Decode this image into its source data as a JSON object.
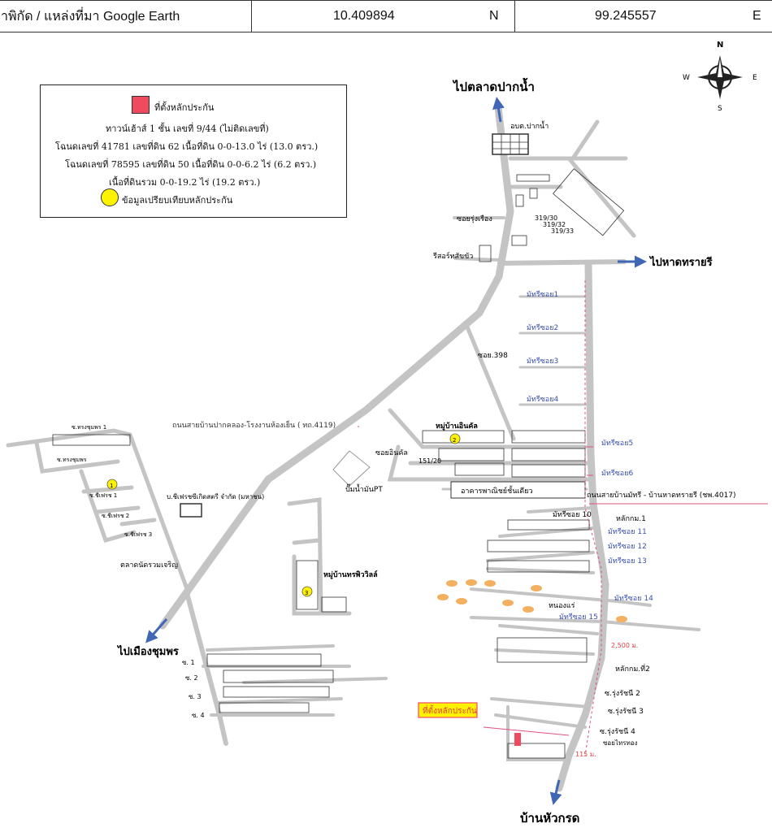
{
  "header": {
    "label": "าพิกัด / แหล่งที่มา Google Earth",
    "latitude": "10.409894",
    "lat_dir": "N",
    "longitude": "99.245557",
    "lon_dir": "E"
  },
  "compass": {
    "n": "N",
    "s": "S",
    "e": "E",
    "w": "W"
  },
  "legend": {
    "subject_label": "ที่ตั้งหลักประกัน",
    "line1": "ทาวน์เฮ้าส์ 1 ชั้น เลขที่ 9/44 (ไม่ติดเลขที่)",
    "line2": "โฉนดเลขที่ 41781 เลขที่ดิน 62 เนื้อที่ดิน 0-0-13.0 ไร่ (13.0 ตรว.)",
    "line3": "โฉนดเลขที่ 78595 เลขที่ดิน 50 เนื้อที่ดิน 0-0-6.2 ไร่ (6.2 ตรว.)",
    "line4": "เนื้อที่ดินรวม 0-0-19.2 ไร่ (19.2 ตรว.)",
    "compare_label": "ข้อมูลเปรียบเทียบหลักประกัน"
  },
  "directions": {
    "north": "ไปตลาดปากน้ำ",
    "east": "ไปหาดทรายรี",
    "southwest": "ไปเมืองชุมพร",
    "south": "บ้านหัวกรด"
  },
  "labels": {
    "sao_office": "อบต.ปากน้ำ",
    "soi_rung": "ซอยรุ่งเรือง",
    "resort": "รีสอร์ทสัขขัว",
    "house_nos": [
      "319/30",
      "319/32",
      "319/33"
    ],
    "soi398": "ซอย.398",
    "main_road": "ถนนสายบ้านปากคลอง-โรงงานห้องเย็น ( ทถ.4119)",
    "village1": "หมู่บ้านอินคัล",
    "soi_in": "ซอยอินคัล",
    "hno_151": "151/20",
    "pump": "ปั๊มน้ำมันPT",
    "shophouse": "อาคารพาณิชย์ชั้นเดียว",
    "road4017": "ถนนสายบ้านมัทรี - บ้านหาดทรายรี (ชพ.4017)",
    "company": "บ.ชีเฟรชซีเกิดสตรี จำกัด (มหาชน)",
    "market": "ตลาดนัดรวมเจริญ",
    "village2": "หมู่บ้านทรพิววิลล์",
    "km1": "หลักกม.1",
    "km2": "หลักกม.ที่2",
    "nongnae": "หนองแร่",
    "dist": "2,500 ม.",
    "dist2": "115 ม.",
    "subject_box": "ที่ตั้งหลักประกัน",
    "soi_khao": "ซอยไทรทอง",
    "matri_sois": [
      "มัทรีซอย1",
      "มัทรีซอย2",
      "มัทรีซอย3",
      "มัทรีซอย4",
      "มัทรีซอย5",
      "มัทรีซอย6"
    ],
    "matri_low": [
      "มัทรีซอย 10",
      "มัทรีซอย 11",
      "มัทรีซอย 12",
      "มัทรีซอย 13",
      "มัทรีซอย 14",
      "มัทรีซอย 15"
    ],
    "rung_sois": [
      "ซ.รุ่งรัชนี 2",
      "ซ.รุ่งรัชนี 3",
      "ซ.รุ่งรัชนี 4"
    ],
    "left_sois": [
      "ซ.ทรงชุมพร 1",
      "ซ.ทรงชุมพร",
      "ซ.ชีเฟรช 1",
      "ซ.ชีเฟรช 2",
      "ซ.ชีเฟรช 3"
    ],
    "bottom_sois": [
      "ซ. 1",
      "ซ. 2",
      "ซ. 3",
      "ซ. 4"
    ],
    "comp_nums": [
      "1",
      "2",
      "3"
    ]
  },
  "colors": {
    "road": "#c4c4c4",
    "arrow": "#3f67b5",
    "blue_text": "#3a4fb0",
    "subject": "#f04a5e",
    "compare": "#fff200",
    "pink": "#e0507a"
  }
}
